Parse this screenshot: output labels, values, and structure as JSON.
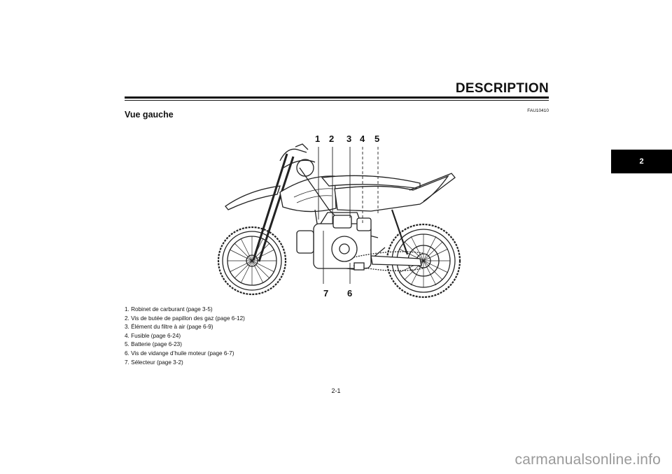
{
  "header": {
    "title": "DESCRIPTION"
  },
  "section": {
    "title": "Vue gauche",
    "code": "FAU10410"
  },
  "chapter_tab": "2",
  "callouts": [
    {
      "label": "1"
    },
    {
      "label": "2"
    },
    {
      "label": "3"
    },
    {
      "label": "4"
    },
    {
      "label": "5"
    },
    {
      "label": "7"
    },
    {
      "label": "6"
    }
  ],
  "legend": [
    "1. Robinet de carburant (page 3-5)",
    "2. Vis de butée de papillon des gaz (page 6-12)",
    "3. Élément du filtre à air (page 6-9)",
    "4. Fusible (page 6-24)",
    "5. Batterie (page 6-23)",
    "6. Vis de vidange d’huile moteur (page 6-7)",
    "7. Sélecteur (page 3-2)"
  ],
  "page_number": "2-1",
  "watermark": "carmanualsonline.info"
}
